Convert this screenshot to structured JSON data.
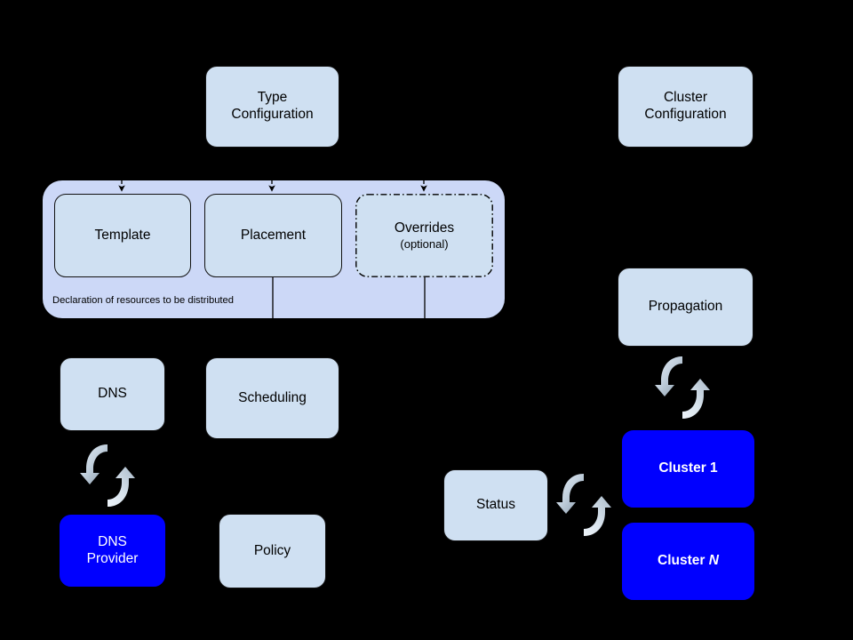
{
  "diagram": {
    "title": "Kubernetes Federation control-plane concepts",
    "background_color": "#000000",
    "palette": {
      "node_fill": "#cfe0f2",
      "container_fill": "#ccd8f7",
      "cluster_fill": "#0000ff",
      "cluster_text": "#ffffff",
      "stroke": "#000000",
      "sync_icon_light": "#dce7f0",
      "sync_icon_dark": "#8c9eb0"
    },
    "nodes": [
      {
        "id": "type-configuration",
        "label_line1": "Type",
        "label_line2": "Configuration",
        "style": "light"
      },
      {
        "id": "cluster-configuration",
        "label_line1": "Cluster",
        "label_line2": "Configuration",
        "style": "light"
      },
      {
        "id": "template",
        "label_line1": "Template",
        "style": "light"
      },
      {
        "id": "placement",
        "label_line1": "Placement",
        "style": "light"
      },
      {
        "id": "overrides",
        "label_line1": "Overrides",
        "label_line2": "(optional)",
        "style": "dash-dot"
      },
      {
        "id": "propagation",
        "label_line1": "Propagation",
        "style": "light"
      },
      {
        "id": "dns",
        "label_line1": "DNS",
        "style": "light"
      },
      {
        "id": "scheduling",
        "label_line1": "Scheduling",
        "style": "light"
      },
      {
        "id": "dns-provider",
        "label_line1": "DNS",
        "label_line2": "Provider",
        "style": "blue"
      },
      {
        "id": "policy",
        "label_line1": "Policy",
        "style": "light"
      },
      {
        "id": "status",
        "label_line1": "Status",
        "style": "light"
      },
      {
        "id": "cluster-1",
        "label_line1": "Cluster 1",
        "style": "blue-bold"
      },
      {
        "id": "cluster-n",
        "label_line1": "Cluster N",
        "style": "blue-bold",
        "italic_suffix": "N"
      }
    ],
    "container": {
      "caption": "Declaration of resources to be distributed"
    },
    "sync_icons": [
      {
        "id": "sync-dns",
        "orientation": "vertical"
      },
      {
        "id": "sync-propagation",
        "orientation": "vertical"
      },
      {
        "id": "sync-status",
        "orientation": "horizontal"
      }
    ]
  },
  "labels": {
    "type_configuration_l1": "Type",
    "type_configuration_l2": "Configuration",
    "cluster_configuration_l1": "Cluster",
    "cluster_configuration_l2": "Configuration",
    "template": "Template",
    "placement": "Placement",
    "overrides_l1": "Overrides",
    "overrides_l2": "(optional)",
    "container_caption": "Declaration of resources to be distributed",
    "propagation": "Propagation",
    "dns": "DNS",
    "scheduling": "Scheduling",
    "dns_provider_l1": "DNS",
    "dns_provider_l2": "Provider",
    "policy": "Policy",
    "status": "Status",
    "cluster_1_prefix": "Cluster ",
    "cluster_1_index": "1",
    "cluster_n_prefix": "Cluster ",
    "cluster_n_index": "N"
  }
}
